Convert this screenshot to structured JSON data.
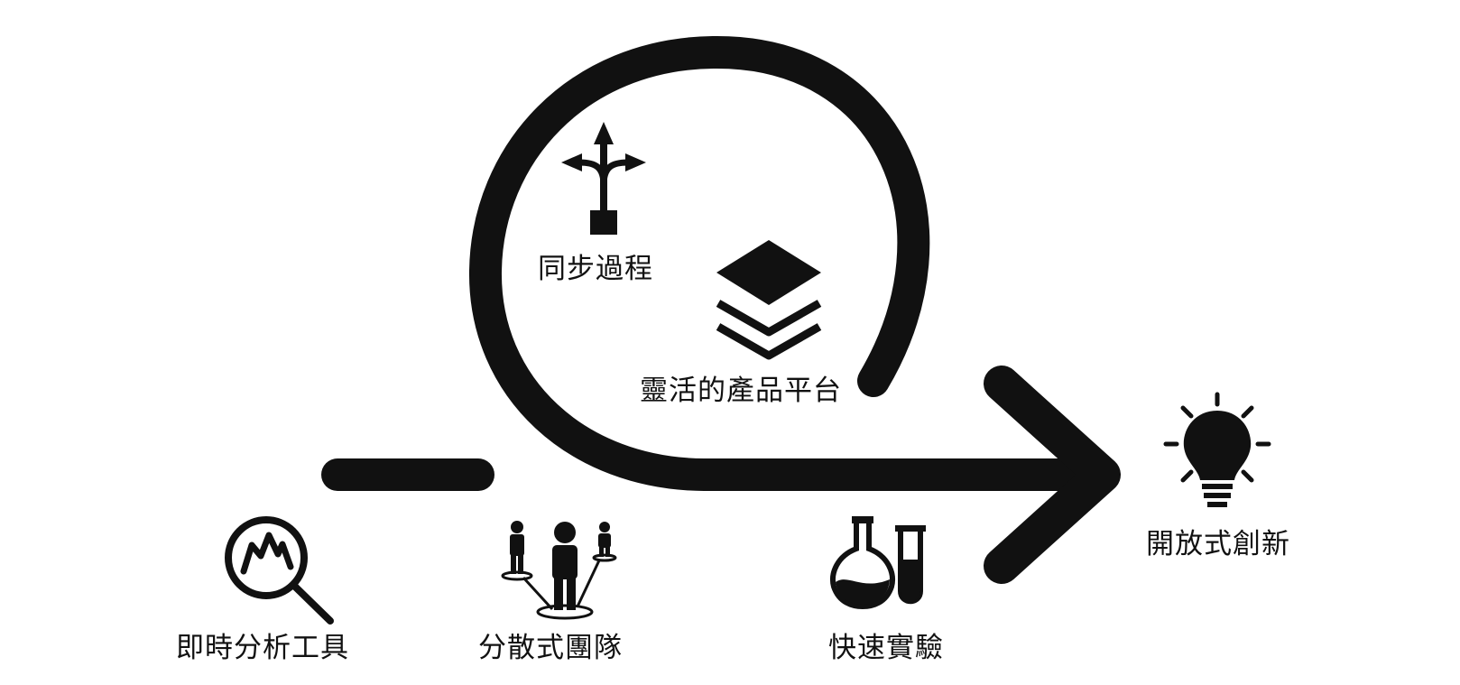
{
  "labels": {
    "sync": "同步過程",
    "platform": "靈活的產品平台",
    "analytics": "即時分析工具",
    "team": "分散式團隊",
    "experiment": "快速實驗",
    "innovation": "開放式創新"
  },
  "colors": {
    "ink": "#111111",
    "background": "#ffffff"
  },
  "icons": [
    "branch-arrows-icon",
    "layers-icon",
    "magnifier-chart-icon",
    "people-network-icon",
    "lab-flask-icon",
    "lightbulb-icon"
  ]
}
